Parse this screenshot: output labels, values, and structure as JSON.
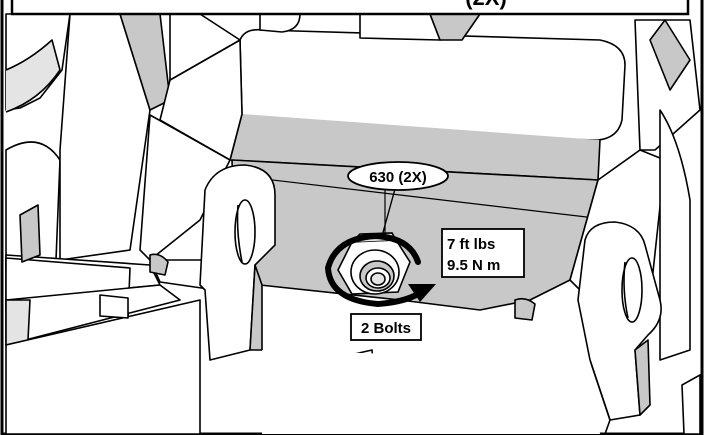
{
  "header": {
    "caption_partial": "(2X)"
  },
  "callouts": {
    "part": "630 (2X)",
    "torque_imperial": "7 ft lbs",
    "torque_metric": "9.5 N m",
    "bolt_count": "2 Bolts"
  },
  "colors": {
    "line": "#000000",
    "paper": "#ffffff",
    "shade": "#c8c8c8",
    "light_shade": "#e4e4e4"
  },
  "icons": {
    "rotation": "clockwise-arrow-icon",
    "fastener": "hex-nut-icon"
  }
}
